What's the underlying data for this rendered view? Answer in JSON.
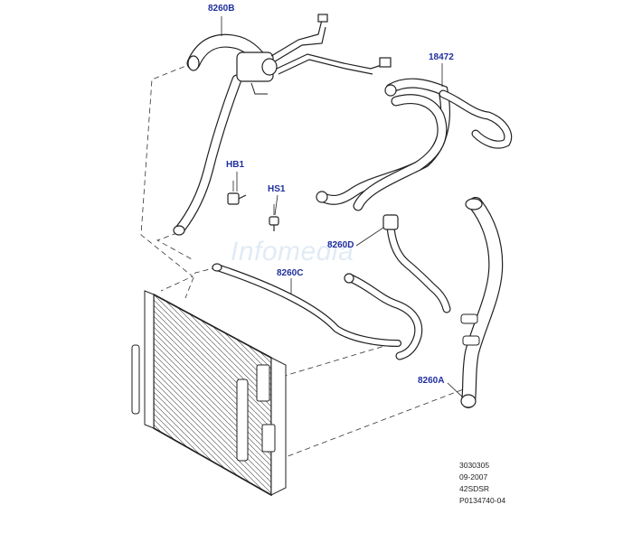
{
  "callouts": {
    "upper_hose": "8260B",
    "heater_hoses": "18472",
    "bolt_hb1": "HB1",
    "screw_hs1": "HS1",
    "bypass_hose": "8260D",
    "lower_pipe": "8260C",
    "lower_hose": "8260A"
  },
  "watermark": "Infomedia",
  "reference": {
    "line1": "3030305",
    "line2": "09-2007",
    "line3": "42SDSR",
    "line4": "P0134740-04"
  },
  "colors": {
    "callout_text": "#1f2f9e",
    "line_art": "#222222",
    "watermark": "#c9dcef"
  }
}
